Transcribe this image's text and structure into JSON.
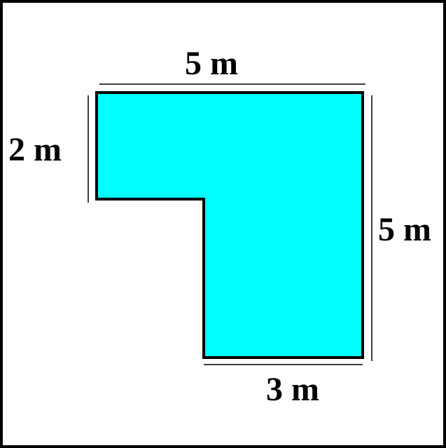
{
  "diagram": {
    "shape": "L-shaped polygon",
    "fill_color": "#00ffff",
    "outline_color": "#000000",
    "labels": {
      "top": "5 m",
      "left": "2 m",
      "right": "5 m",
      "bottom": "3 m"
    }
  }
}
